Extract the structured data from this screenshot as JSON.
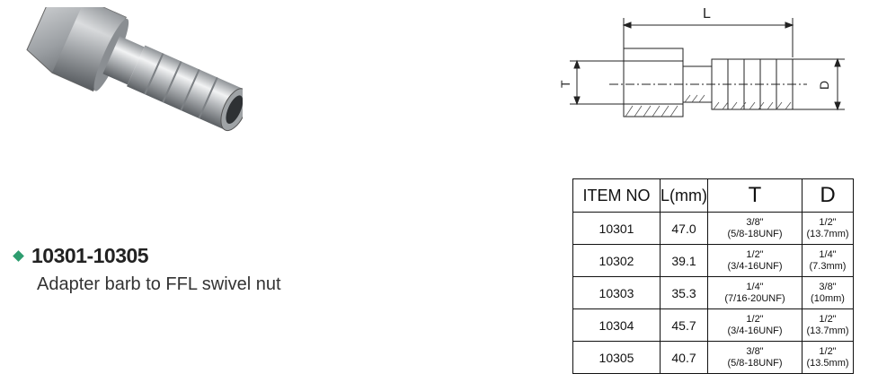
{
  "product": {
    "code": "10301-10305",
    "description": "Adapter barb to FFL swivel nut",
    "bullet_color": "#2e9d6f"
  },
  "drawing": {
    "labels": {
      "length": "L",
      "thread": "T",
      "diameter": "D"
    }
  },
  "table": {
    "headers": [
      "ITEM NO",
      "L(mm)",
      "T",
      "D"
    ],
    "rows": [
      {
        "item": "10301",
        "length": "47.0",
        "t_line1": "3/8\"",
        "t_line2": "(5/8-18UNF)",
        "d_line1": "1/2\"",
        "d_line2": "(13.7mm)"
      },
      {
        "item": "10302",
        "length": "39.1",
        "t_line1": "1/2\"",
        "t_line2": "(3/4-16UNF)",
        "d_line1": "1/4\"",
        "d_line2": "(7.3mm)"
      },
      {
        "item": "10303",
        "length": "35.3",
        "t_line1": "1/4\"",
        "t_line2": "(7/16-20UNF)",
        "d_line1": "3/8\"",
        "d_line2": "(10mm)"
      },
      {
        "item": "10304",
        "length": "45.7",
        "t_line1": "1/2\"",
        "t_line2": "(3/4-16UNF)",
        "d_line1": "1/2\"",
        "d_line2": "(13.7mm)"
      },
      {
        "item": "10305",
        "length": "40.7",
        "t_line1": "3/8\"",
        "t_line2": "(5/8-18UNF)",
        "d_line1": "1/2\"",
        "d_line2": "(13.5mm)"
      }
    ]
  }
}
